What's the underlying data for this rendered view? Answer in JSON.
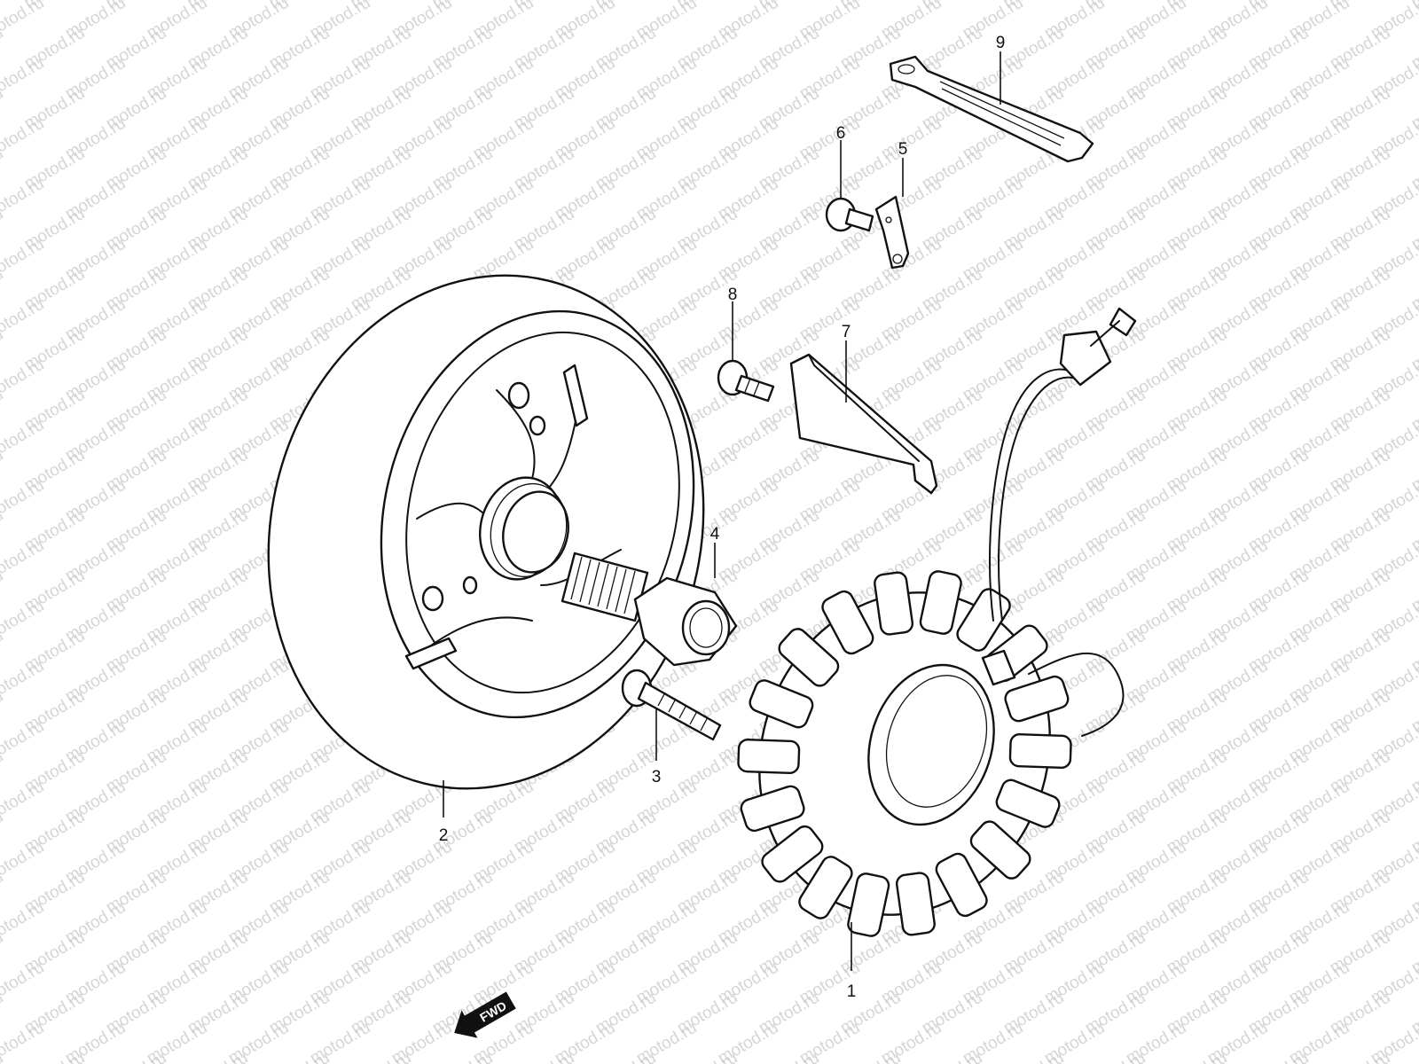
{
  "watermark": {
    "text": "motod.ru",
    "color": "#c8c8c8"
  },
  "fwd_label": "FWD",
  "callouts": [
    "1",
    "2",
    "3",
    "4",
    "5",
    "6",
    "7",
    "8",
    "9"
  ],
  "colors": {
    "line": "#111111",
    "background": "#ffffff"
  }
}
